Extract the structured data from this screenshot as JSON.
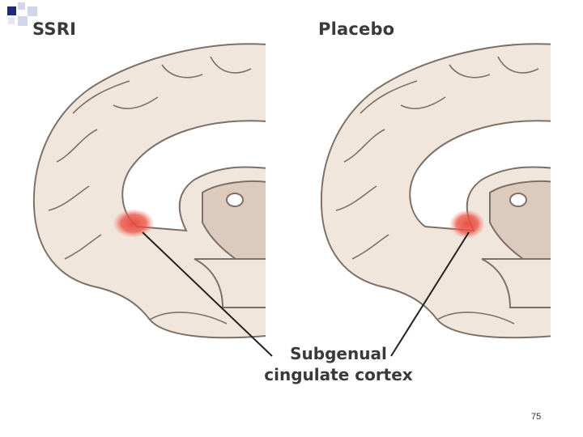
{
  "panels": {
    "left_title": "SSRI",
    "right_title": "Placebo"
  },
  "label": {
    "line1": "Subgenual",
    "line2": "cingulate cortex"
  },
  "slide": {
    "page_number": "75"
  },
  "colors": {
    "brain_fill": "#f1e6dc",
    "brain_inner": "#dccbbd",
    "white_matter": "#ffffff",
    "outline": "#7d7068",
    "highlight": "#e8473a",
    "corner_blue": "#1f2a7a"
  }
}
